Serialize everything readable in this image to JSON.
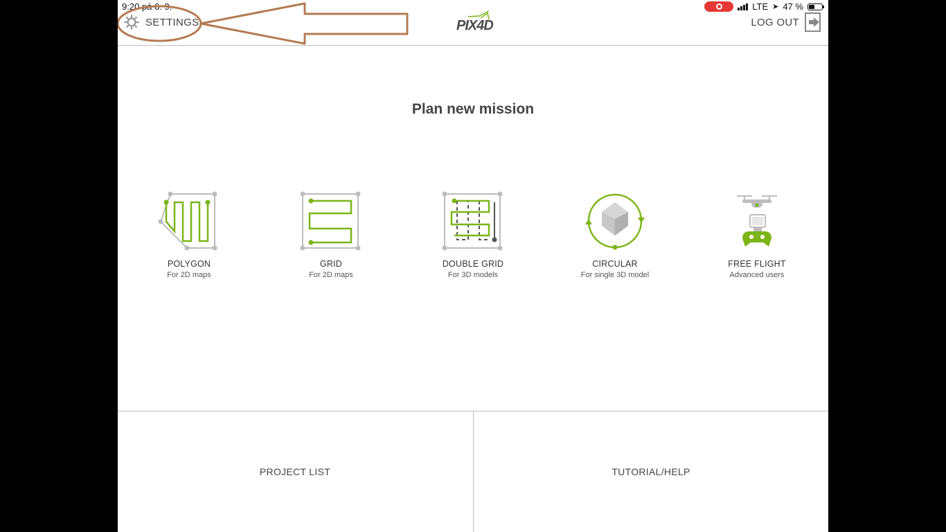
{
  "status_bar": {
    "time": "9:20",
    "date": "pá 6. 9.",
    "network": "LTE",
    "battery": "47 %",
    "battery_level": 0.47
  },
  "header": {
    "settings_label": "SETTINGS",
    "logout_label": "LOG OUT",
    "logo_text": "PIX4D"
  },
  "main": {
    "title": "Plan new mission",
    "missions": [
      {
        "name": "POLYGON",
        "subtitle": "For 2D maps"
      },
      {
        "name": "GRID",
        "subtitle": "For 2D maps"
      },
      {
        "name": "DOUBLE GRID",
        "subtitle": "For 3D models"
      },
      {
        "name": "CIRCULAR",
        "subtitle": "For single 3D model"
      },
      {
        "name": "FREE FLIGHT",
        "subtitle": "Advanced users"
      }
    ]
  },
  "footer": {
    "project_list_label": "PROJECT LIST",
    "tutorial_label": "TUTORIAL/HELP"
  },
  "colors": {
    "accent_green": "#7cb518",
    "annotation_brown": "#b47a52",
    "grey": "#bdbdbd"
  },
  "icons": [
    "gear-icon",
    "logout-icon",
    "polygon-icon",
    "grid-icon",
    "double-grid-icon",
    "circular-icon",
    "free-flight-icon"
  ]
}
